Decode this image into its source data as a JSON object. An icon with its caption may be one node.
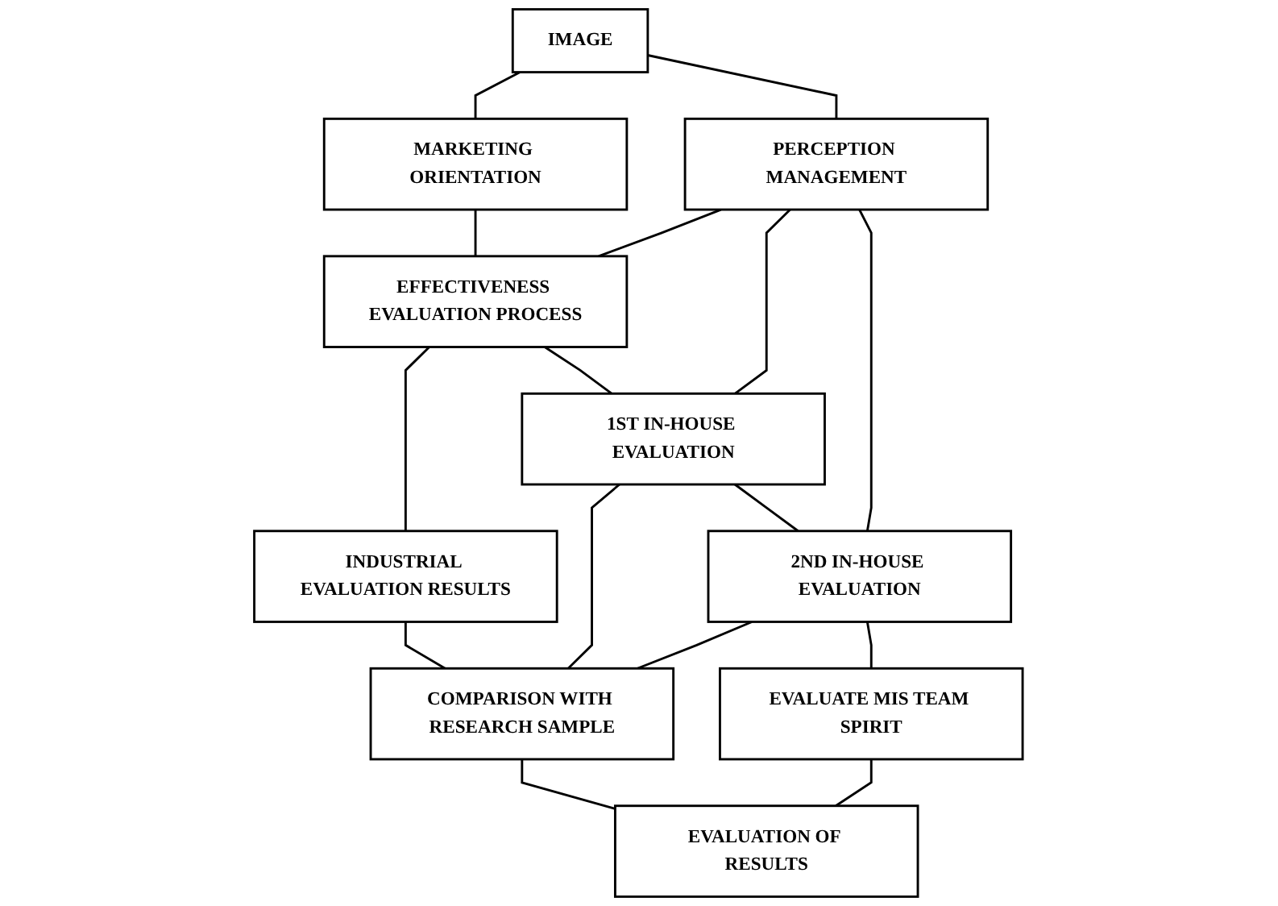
{
  "diagram": {
    "nodes": [
      {
        "text": [
          "IMAGE"
        ]
      },
      {
        "text": [
          "MARKETING ORIENTATION"
        ]
      },
      {
        "text": [
          "PERCEPTION MANAGEMENT"
        ]
      },
      {
        "text": [
          "EFFECTIVENESS EVALUATION PROCESS"
        ]
      },
      {
        "text": [
          "INDUSTRIAL EVALUATION RESULTS"
        ]
      },
      {
        "text": [
          "1ST IN-HOUSE EVALUATION"
        ]
      },
      {
        "text": [
          "COMPARISON WITH RESEARCH SAMPLE"
        ]
      },
      {
        "text": [
          "2ND IN-HOUSE EVALUATION"
        ]
      },
      {
        "text": [
          "EVALUATE MIS TEAM SPIRIT"
        ]
      },
      {
        "text": [
          "EVALUATION OF RESULTS"
        ]
      }
    ],
    "edges": [
      {
        "from": 0,
        "to": 1,
        "arrow": "none"
      },
      {
        "from": 0,
        "to": 2,
        "arrow": "none"
      },
      {
        "from": 1,
        "to": 3,
        "arrow": "none"
      },
      {
        "from": 2,
        "to": 3,
        "arrow": "none"
      },
      {
        "from": 3,
        "to": 4,
        "arrow": "none"
      },
      {
        "from": 3,
        "to": 5,
        "arrow": "none"
      },
      {
        "from": 4,
        "to": 6,
        "arrow": "none"
      },
      {
        "from": 2,
        "to": 5,
        "arrow": "none"
      },
      {
        "from": 2,
        "to": 7,
        "arrow": "none"
      },
      {
        "from": 5,
        "to": 6,
        "arrow": "none"
      },
      {
        "from": 5,
        "to": 7,
        "arrow": "none"
      },
      {
        "from": 7,
        "to": 6,
        "arrow": "none"
      },
      {
        "from": 7,
        "to": 8,
        "arrow": "none"
      },
      {
        "from": 6,
        "to": 9,
        "arrow": "none"
      },
      {
        "from": 8,
        "to": 9,
        "arrow": "none"
      }
    ]
  }
}
